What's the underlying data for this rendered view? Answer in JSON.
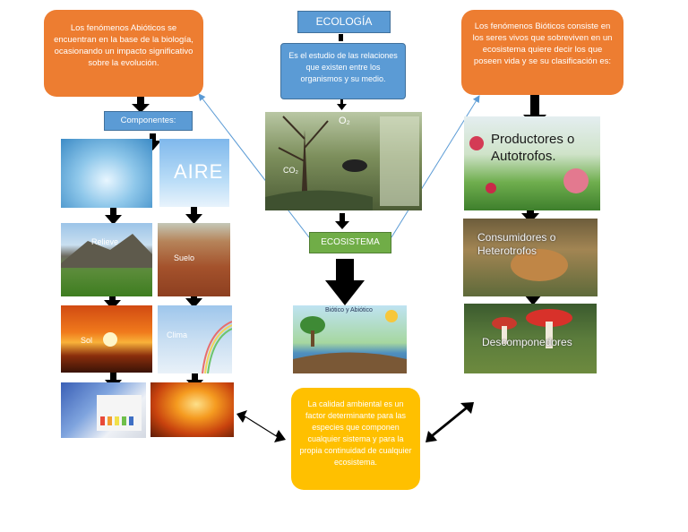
{
  "title": "ECOLOGÍA",
  "definition": "Es el estudio de las relaciones que existen entre los organismos y su medio.",
  "abioticos": "Los fenómenos Abióticos se encuentran en la base de la biología, ocasionando un impacto significativo sobre la evolución.",
  "bioticos": "Los fenómenos Bióticos consiste en los seres vivos que sobreviven en un ecosistema quiere decir los que poseen vida y se su clasificación es:",
  "componentes": "Componentes:",
  "ecosistema": "ECOSISTEMA",
  "calidad": "La calidad ambiental es un factor determinante para las especies que componen cualquier sistema y para la propia continuidad de cualquier ecosistema.",
  "photo_labels": {
    "aire": "AIRE",
    "relieve": "Relieve",
    "suelo": "Suelo",
    "sol": "Sol",
    "clima": "Clima",
    "o2": "O₂",
    "co2": "CO₂",
    "diagram_caption": "Biótico y Abiótico",
    "productores": "Productores o Autotrofos.",
    "consumidores": "Consumidores o Heterotrofos",
    "descomponedores": "Descomponedores"
  },
  "colors": {
    "orange": "#ed7d31",
    "blue": "#5b9bd5",
    "green": "#70ad47",
    "yellow": "#ffc000",
    "arrow": "#000000",
    "connector": "#5b9bd5"
  }
}
